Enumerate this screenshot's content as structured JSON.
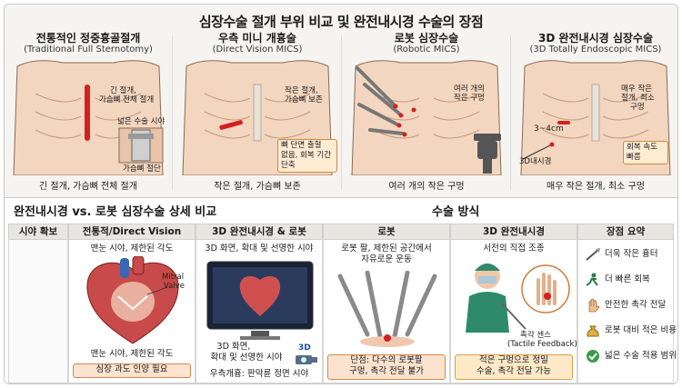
{
  "title": "심장수술 절개 부위 비교 및 완전내시경 수술의 장점",
  "panels": [
    {
      "title": "전통적인 정중흉골절개",
      "subtitle": "(Traditional Full Sternotomy)",
      "note1": "긴 절개,",
      "note2": "가슴뼈 전체 절개",
      "note3": "넓은 수술 시야",
      "note4": "가슴뼈 절단",
      "footer": "긴 절개, 가슴뼈 전체 절개"
    },
    {
      "title": "우측 미니 개흉술",
      "subtitle": "(Direct Vision MICS)",
      "note1": "작은 절개,",
      "note2": "가슴뼈 보존",
      "chip1": "뼈 단면 출혈",
      "chip2": "없음, 회복 기간",
      "chip3": "단축",
      "footer": "작은 절개, 가슴뼈 보존"
    },
    {
      "title": "로봇 심장수술",
      "subtitle": "(Robotic MICS)",
      "note1": "여러 개의",
      "note2": "작은 구멍",
      "footer": "여러 개의 작은 구멍"
    },
    {
      "title": "3D 완전내시경 심장수술",
      "subtitle": "(3D Totally Endoscopic MICS)",
      "note1": "매우 작은",
      "note2": "절개, 최소",
      "note3": "구멍",
      "size": "3~4cm",
      "scope": "3D내시경",
      "chip1": "회복 속도",
      "chip2": "빠름",
      "footer": "매우 작은 절개, 최소 구멍"
    }
  ],
  "compare": {
    "title": "완전내시경 vs. 로봇 심장수술 상세 비교",
    "header_view": "시야 확보",
    "header_direct": "전통적/Direct Vision",
    "header_3d": "3D 완전내시경 & 로봇",
    "direct_top": "맨눈 시야, 제한된 각도",
    "valve1": "Mitral",
    "valve2": "Valve",
    "direct_bottom": "맨눈 시야, 제한된 각도",
    "direct_warn": "심장 과도 인양 필요",
    "d3_top": "3D 화면, 확대 및 선명한 시야",
    "d3_mid1": "3D 화면,",
    "d3_mid2": "확대 및 선명한 시야",
    "d3_badge": "3D",
    "d3_bottom": "우측개흉: 판막륜 정면 시야"
  },
  "method": {
    "title": "수술 방식",
    "header_robot": "로봇",
    "header_3d": "3D 완전내시경",
    "robot_top1": "로봇 팔, 제한된 공간에서",
    "robot_top2": "자유로운 운동",
    "robot_warn1": "단점: 다수의 로봇팔",
    "robot_warn2": "구멍, 촉각 전달 불가",
    "d3_top": "서전의 직접 조종",
    "tactile1": "촉각 센스",
    "tactile2": "(Tactile Feedback)",
    "d3_good1": "적은 구멍으로 정밀",
    "d3_good2": "수술, 촉각 전달 가능"
  },
  "advantages": {
    "header": "장점 요약",
    "items": [
      "더욱 작은 흉터",
      "더 빠른 회복",
      "안전한 촉각 전달",
      "로봇 대비 적은 비용",
      "넓은 수술 적용 범위"
    ]
  }
}
